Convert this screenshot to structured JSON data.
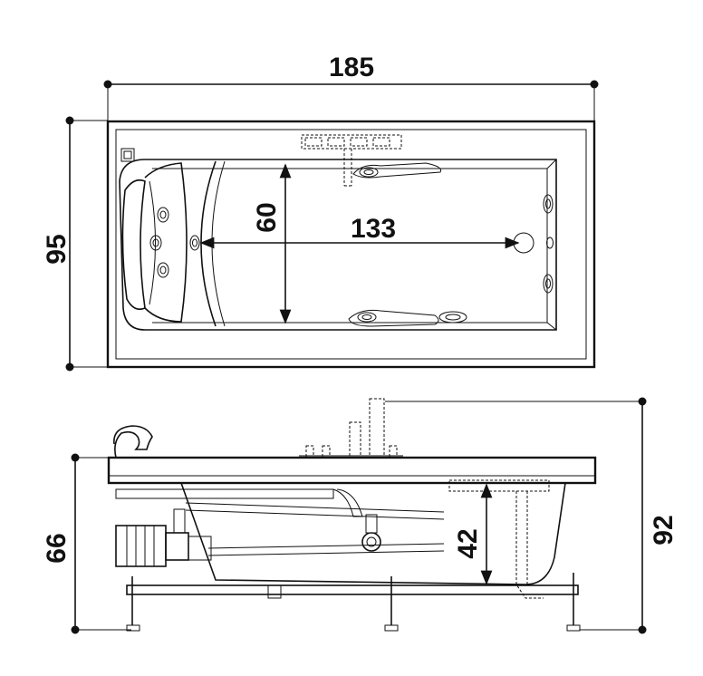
{
  "dimensions": {
    "top_length": "185",
    "top_width": "95",
    "inner_width": "60",
    "inner_length": "133",
    "side_height": "66",
    "side_total_height": "92",
    "side_inner_depth": "42"
  },
  "colors": {
    "line": "#111111",
    "background": "#ffffff"
  }
}
